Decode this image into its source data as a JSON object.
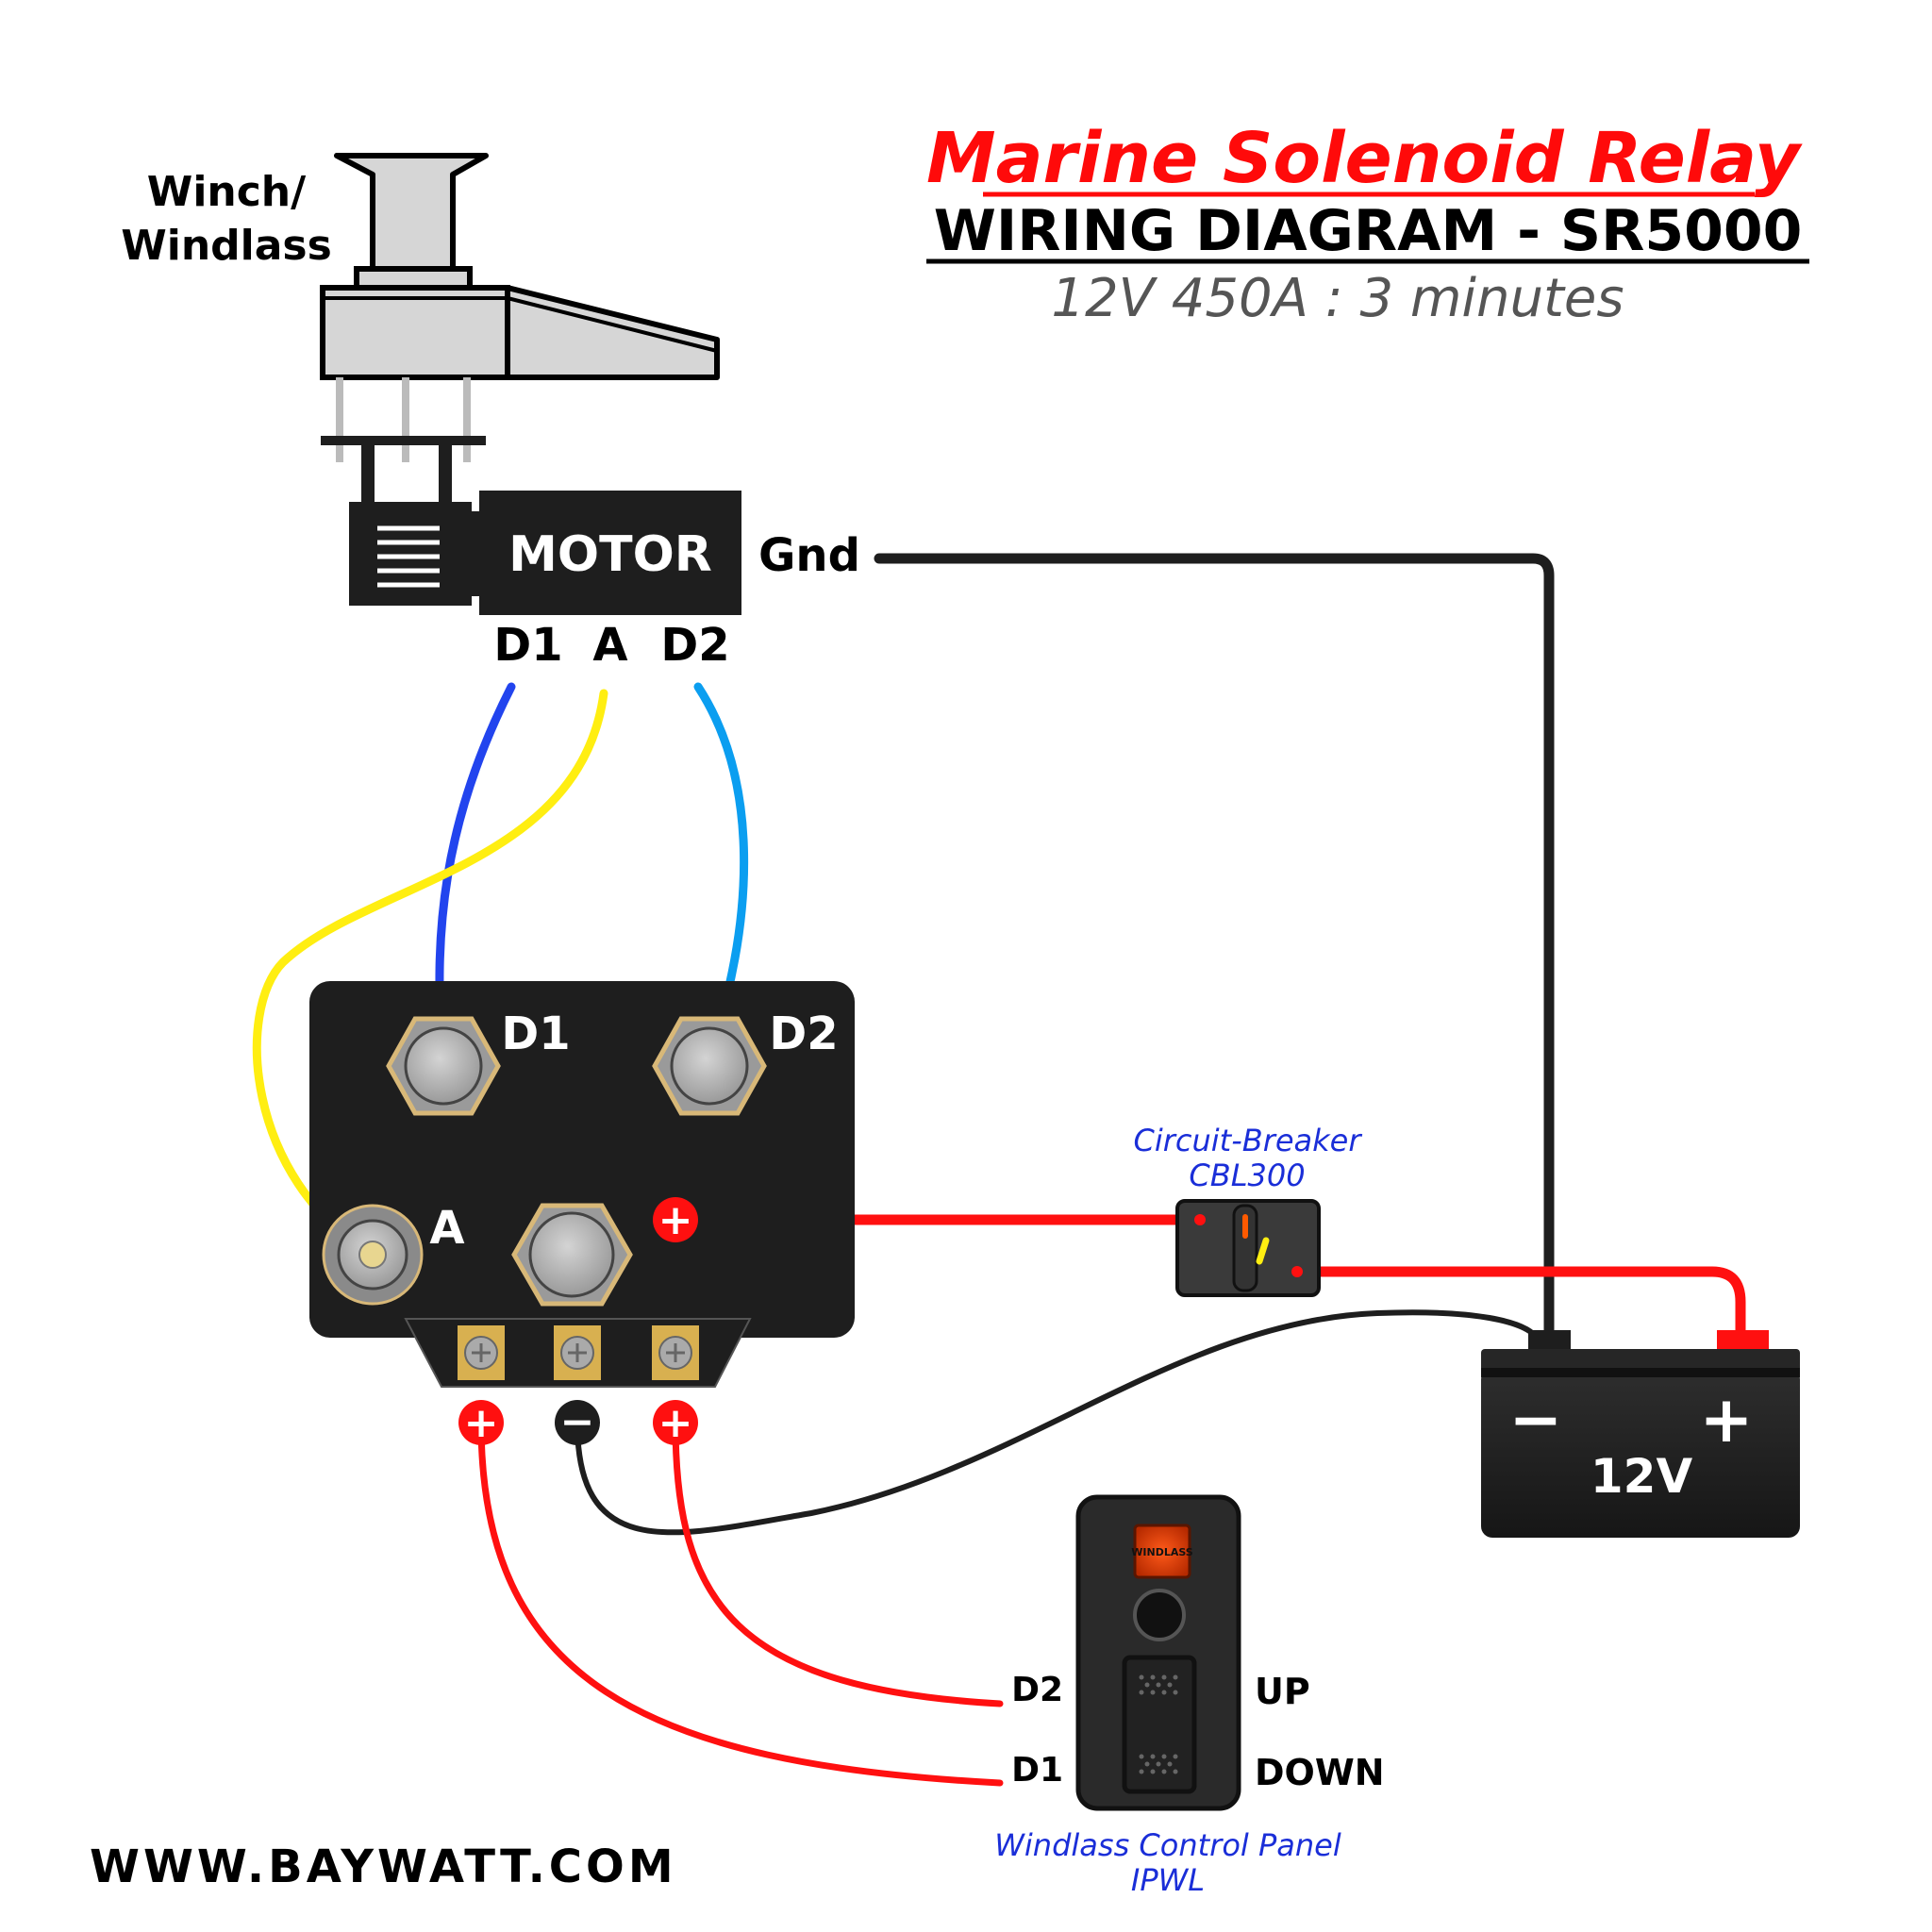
{
  "header": {
    "title": "Marine Solenoid Relay",
    "subtitle": "WIRING DIAGRAM - SR5000",
    "rating": "12V 450A  : 3 minutes"
  },
  "winch": {
    "label_line1": "Winch/",
    "label_line2": "Windlass",
    "motor_label": "MOTOR",
    "gnd_label": "Gnd",
    "terminal_d1": "D1",
    "terminal_a": "A",
    "terminal_d2": "D2"
  },
  "solenoid": {
    "terminal_d1": "D1",
    "terminal_d2": "D2",
    "terminal_a": "A",
    "plus_symbol": "+",
    "minus_symbol": "−"
  },
  "breaker": {
    "label_line1": "Circuit-Breaker",
    "label_line2": "CBL300"
  },
  "battery": {
    "voltage": "12V",
    "minus": "−",
    "plus": "+"
  },
  "control_panel": {
    "switch_label": "WINDLASS",
    "up_label": "UP",
    "down_label": "DOWN",
    "wire_d2": "D2",
    "wire_d1": "D1",
    "caption_line1": "Windlass Control Panel",
    "caption_line2": "IPWL"
  },
  "footer": {
    "website": "WWW.BAYWATT.COM"
  },
  "colors": {
    "title_red": "#ff0a0a",
    "wire_red": "#ff1010",
    "wire_blue": "#2244ee",
    "wire_lightblue": "#0b9ef0",
    "wire_yellow": "#ffee11",
    "caption_blue": "#1a2ed8",
    "body_black": "#1e1e1e"
  }
}
